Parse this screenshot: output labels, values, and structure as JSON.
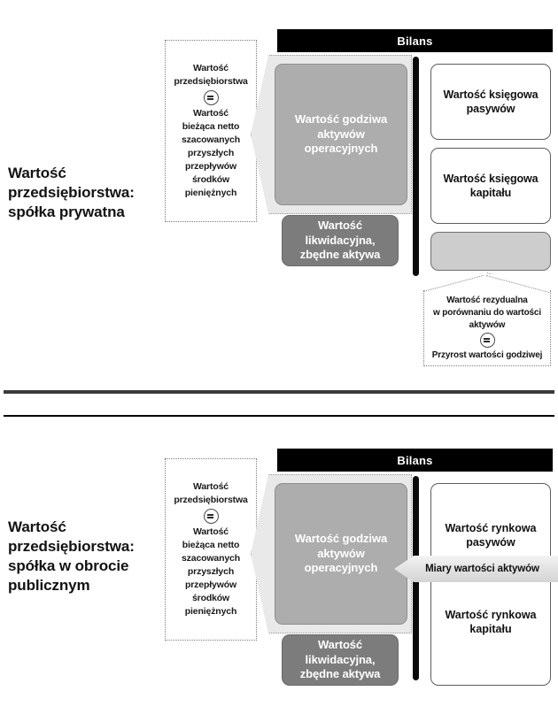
{
  "diagram": {
    "title_a11y": "Wartość przedsiębiorstwa - spółka prywatna vs spółka w obrocie publicznym",
    "colors": {
      "black_bar": "#000000",
      "fair_value_asset": "#adadad",
      "liquidation_asset": "#7c7c7c",
      "gray_equity_box": "#cdcdcd",
      "big_arrow": "#e9e9e9",
      "banner": "#e2e2e2",
      "rule_thick": "#3c3c3c",
      "rule_thin": "#000000"
    },
    "equals_symbol": "=",
    "panels": [
      {
        "id": "private-company",
        "row_title": "Wartość przedsiębiorstwa: spółka prywatna",
        "row_title_lines": [
          "Wartość",
          "przedsiębiorstwa:",
          "spółka prywatna"
        ],
        "dcf_box": {
          "lines_top": [
            "Wartość",
            "przedsiębiorstwa"
          ],
          "operator": "=",
          "lines_bottom": [
            "Wartość",
            "bieżąca netto",
            "szacowanych",
            "przyszłych",
            "przepływów",
            "środków",
            "pieniężnych"
          ]
        },
        "balance_header": "Bilans",
        "assets": [
          {
            "id": "fair-value-operating-assets",
            "label_lines": [
              "Wartość godziwa",
              "aktywów",
              "operacyjnych"
            ],
            "fill": "#adadad",
            "text": "#ffffff"
          },
          {
            "id": "liquidation-value-surplus-assets",
            "label_lines": [
              "Wartość",
              "likwidacyjna,",
              "zbędne aktywa"
            ],
            "fill": "#7c7c7c",
            "text": "#ffffff"
          }
        ],
        "liabilities": [
          {
            "id": "book-value-liabilities",
            "label_lines": [
              "Wartość księgowa",
              "pasywów"
            ],
            "fill": "#ffffff",
            "text": "#111111"
          },
          {
            "id": "book-value-equity",
            "label_lines": [
              "Wartość księgowa",
              "kapitału"
            ],
            "fill": "#ffffff",
            "text": "#111111"
          },
          {
            "id": "residual-block",
            "label_lines": [],
            "fill": "#cdcdcd",
            "text": "#111111"
          }
        ],
        "callout": {
          "lines_top": [
            "Wartość rezydualna",
            "w porównaniu do wartości",
            "aktywów"
          ],
          "operator": "=",
          "lines_bottom": [
            "Przyrost wartości godziwej"
          ]
        },
        "banner": null
      },
      {
        "id": "public-company",
        "row_title": "Wartość przedsiębiorstwa: spółka w obrocie publicznym",
        "row_title_lines": [
          "Wartość",
          "przedsiębiorstwa:",
          "spółka w obrocie",
          "publicznym"
        ],
        "dcf_box": {
          "lines_top": [
            "Wartość",
            "przedsiębiorstwa"
          ],
          "operator": "=",
          "lines_bottom": [
            "Wartość",
            "bieżąca netto",
            "szacowanych",
            "przyszłych",
            "przepływów",
            "środków",
            "pieniężnych"
          ]
        },
        "balance_header": "Bilans",
        "assets": [
          {
            "id": "fair-value-operating-assets",
            "label_lines": [
              "Wartość godziwa",
              "aktywów",
              "operacyjnych"
            ],
            "fill": "#adadad",
            "text": "#ffffff"
          },
          {
            "id": "liquidation-value-surplus-assets",
            "label_lines": [
              "Wartość",
              "likwidacyjna,",
              "zbędne aktywa"
            ],
            "fill": "#7c7c7c",
            "text": "#ffffff"
          }
        ],
        "liabilities": [
          {
            "id": "market-value-liabilities",
            "label_lines": [
              "Wartość rynkowa",
              "pasywów"
            ],
            "fill": "#ffffff",
            "text": "#111111"
          },
          {
            "id": "market-value-equity",
            "label_lines": [
              "Wartość rynkowa",
              "kapitału"
            ],
            "fill": "#ffffff",
            "text": "#111111"
          }
        ],
        "callout": null,
        "banner": {
          "label": "Miary wartości aktywów"
        }
      }
    ]
  }
}
